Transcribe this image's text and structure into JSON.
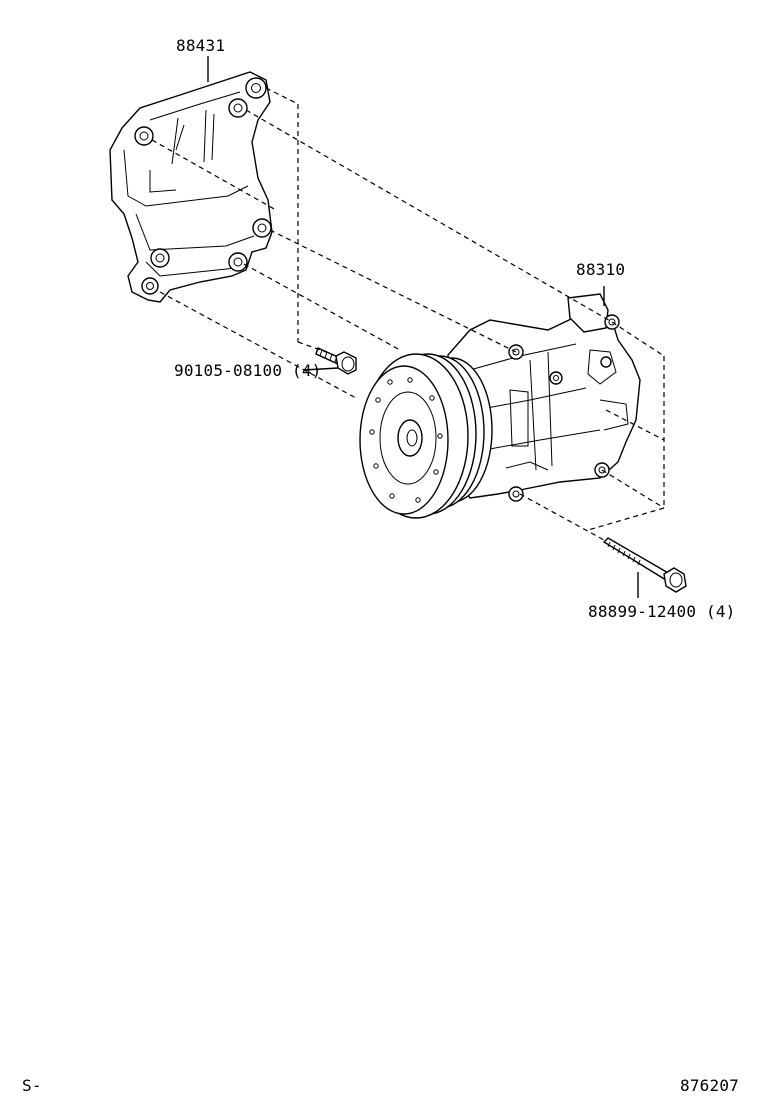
{
  "parts": {
    "bracket": {
      "number": "88431"
    },
    "compressor": {
      "number": "88310"
    },
    "bolt_small": {
      "number": "90105-08100",
      "qty": "(4)"
    },
    "bolt_long": {
      "number": "88899-12400",
      "qty": "(4)"
    }
  },
  "footer": {
    "left_code": "S-",
    "figure_number": "876207"
  }
}
